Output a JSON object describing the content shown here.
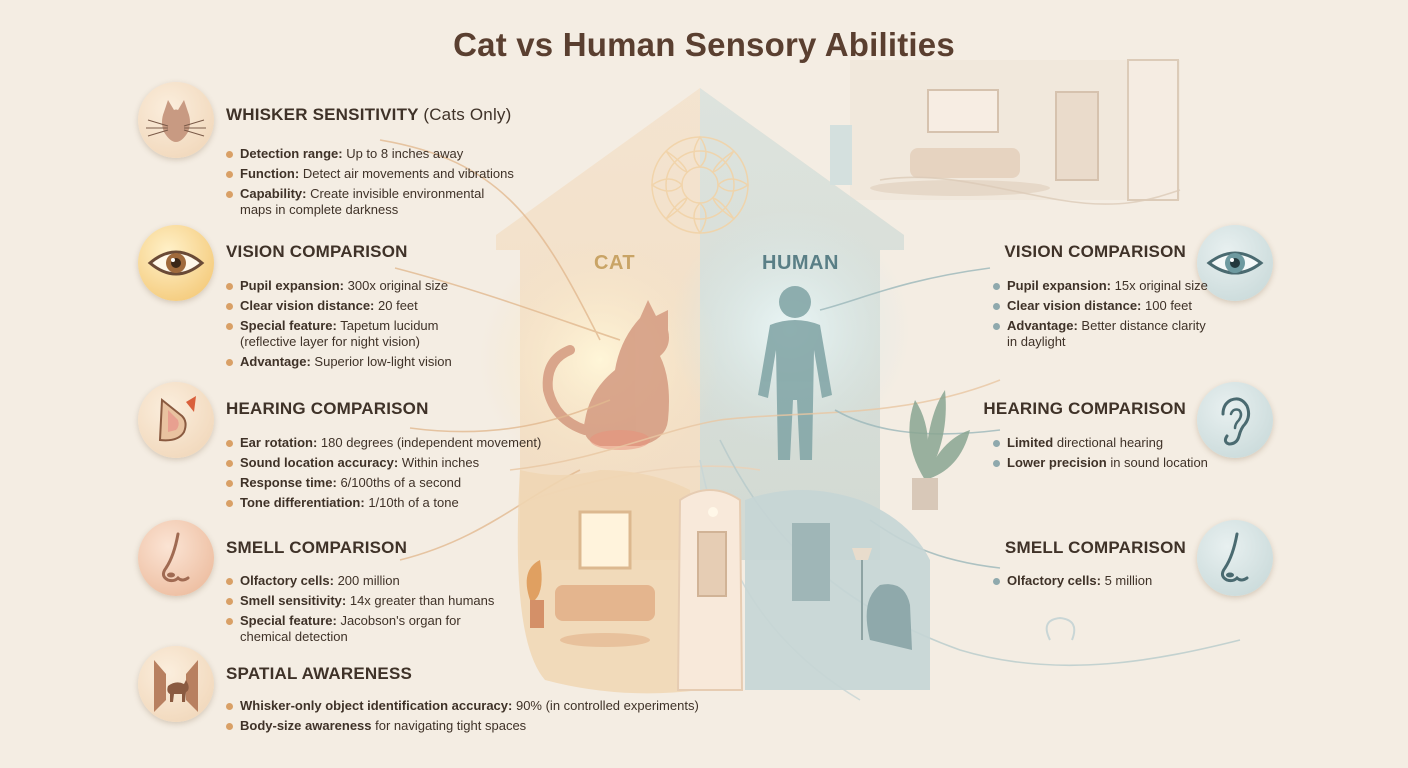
{
  "title": "Cat vs Human Sensory Abilities",
  "colors": {
    "cat_accent": "#d9a066",
    "human_accent": "#8fa9ad",
    "title": "#5a3f30"
  },
  "center": {
    "cat_label": "CAT",
    "human_label": "HUMAN"
  },
  "cat": {
    "whisker": {
      "icon": "cat-face-icon",
      "title": "WHISKER SENSITIVITY",
      "subtitle": "(Cats Only)",
      "items": [
        {
          "label": "Detection range:",
          "value": "Up to 8 inches away"
        },
        {
          "label": "Function:",
          "value": "Detect air movements and vibrations"
        },
        {
          "label": "Capability:",
          "value": "Create invisible environmental",
          "cont": "maps in complete darkness"
        }
      ]
    },
    "vision": {
      "icon": "eye-icon",
      "title": "VISION COMPARISON",
      "items": [
        {
          "label": "Pupil expansion:",
          "value": "300x original size"
        },
        {
          "label": "Clear vision distance:",
          "value": "20 feet"
        },
        {
          "label": "Special feature:",
          "value": "Tapetum lucidum",
          "cont": "(reflective layer for night vision)"
        },
        {
          "label": "Advantage:",
          "value": "Superior low-light vision"
        }
      ]
    },
    "hearing": {
      "icon": "cat-ear-icon",
      "title": "HEARING COMPARISON",
      "items": [
        {
          "label": "Ear rotation:",
          "value": "180 degrees (independent movement)"
        },
        {
          "label": "Sound location accuracy:",
          "value": "Within inches"
        },
        {
          "label": "Response time:",
          "value": "6/100ths of a second"
        },
        {
          "label": "Tone differentiation:",
          "value": "1/10th of a tone"
        }
      ]
    },
    "smell": {
      "icon": "nose-icon",
      "title": "SMELL COMPARISON",
      "items": [
        {
          "label": "Olfactory cells:",
          "value": "200 million"
        },
        {
          "label": "Smell sensitivity:",
          "value": "14x greater than humans"
        },
        {
          "label": "Special feature:",
          "value": "Jacobson's organ for",
          "cont": "chemical detection"
        }
      ]
    },
    "spatial": {
      "icon": "cat-walking-icon",
      "title": "SPATIAL AWARENESS",
      "items": [
        {
          "label": "Whisker-only object identification accuracy:",
          "value": "90% (in controlled experiments)"
        },
        {
          "label": "Body-size awareness",
          "value": "for navigating tight spaces"
        }
      ]
    }
  },
  "human": {
    "vision": {
      "icon": "eye-icon",
      "title": "VISION COMPARISON",
      "items": [
        {
          "label": "Pupil expansion:",
          "value": "15x original size"
        },
        {
          "label": "Clear vision distance:",
          "value": "100 feet"
        },
        {
          "label": "Advantage:",
          "value": "Better distance clarity",
          "cont": "in daylight"
        }
      ]
    },
    "hearing": {
      "icon": "human-ear-icon",
      "title": "HEARING COMPARISON",
      "items": [
        {
          "label": "Limited",
          "value": "directional hearing"
        },
        {
          "label": "Lower precision",
          "value": "in sound location"
        }
      ]
    },
    "smell": {
      "icon": "nose-icon",
      "title": "SMELL COMPARISON",
      "items": [
        {
          "label": "Olfactory cells:",
          "value": "5 million"
        }
      ]
    }
  }
}
